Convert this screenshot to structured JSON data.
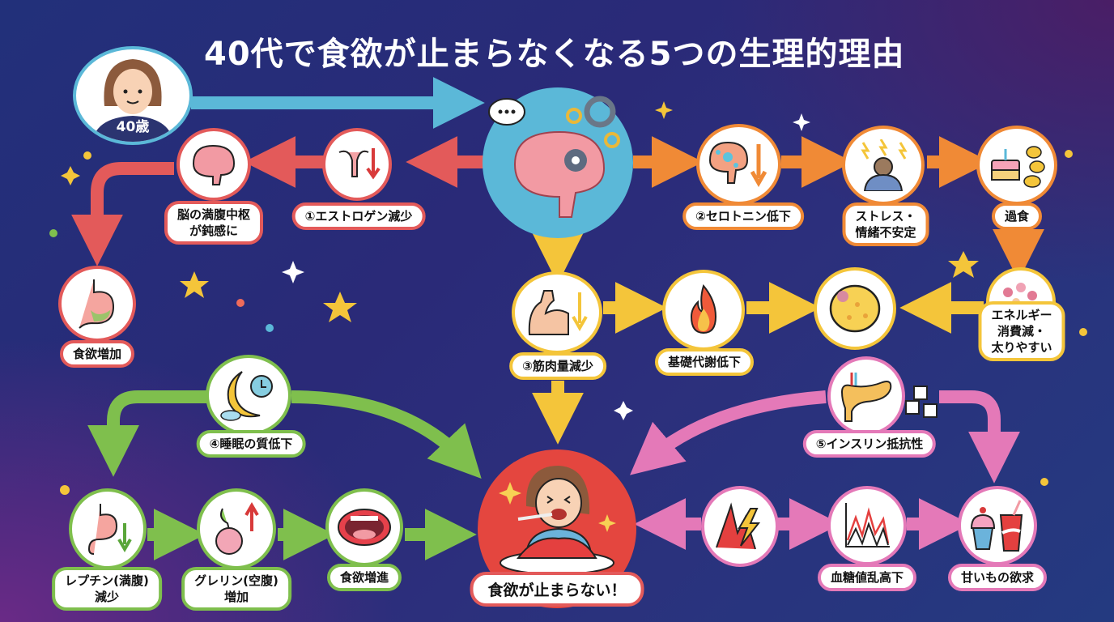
{
  "title": "40代で食欲が止まらなくなる5つの生理的理由",
  "colors": {
    "background_top": "#22307a",
    "background_corner": "#6a2a86",
    "hub": "#5bb8d8",
    "goal": "#e4463f",
    "path1_red": "#e35a5a",
    "path2_orange": "#f08a36",
    "path3_yellow": "#f4c53a",
    "path4_green": "#7fbf4d",
    "path5_pink": "#e479b8"
  },
  "start": {
    "label": "40歳",
    "icon": "woman-avatar-icon"
  },
  "hub": {
    "icon": "brain-gears-icon"
  },
  "goal": {
    "label": "食欲が止まらない！",
    "icon": "woman-eating-pasta-icon"
  },
  "path1": {
    "color": "red",
    "nodes": [
      {
        "label": "①エストロゲン減少",
        "icon": "uterus-down-arrow-icon"
      },
      {
        "label": "脳の満腹中枢\nが鈍感に",
        "line1": "脳の満腹中枢",
        "line2": "が鈍感に",
        "icon": "brain-icon"
      },
      {
        "label": "食欲増加",
        "icon": "stomach-icon"
      }
    ]
  },
  "path2": {
    "color": "orange",
    "nodes": [
      {
        "label": "②セロトニン低下",
        "icon": "brain-neuron-down-icon"
      },
      {
        "line1": "ストレス・",
        "line2": "情緒不安定",
        "icon": "stressed-person-icon"
      },
      {
        "label": "過食",
        "icon": "cake-chips-icon"
      },
      {
        "line1": "エネルギー",
        "line2": "消費減・",
        "line3": "太りやすい",
        "icon": "fat-cells-icon"
      }
    ]
  },
  "path3": {
    "color": "yellow",
    "nodes": [
      {
        "label": "③筋肉量減少",
        "icon": "muscle-arm-down-icon"
      },
      {
        "label": "基礎代謝低下",
        "icon": "flame-icon"
      },
      {
        "label": "",
        "icon": "fat-cell-icon"
      }
    ]
  },
  "path4": {
    "color": "green",
    "nodes": [
      {
        "label": "④睡眠の質低下",
        "icon": "moon-clock-icon"
      },
      {
        "line1": "レプチン(満腹)",
        "line2": "減少",
        "icon": "stomach-down-arrow-icon"
      },
      {
        "line1": "グレリン(空腹)",
        "line2": "増加",
        "icon": "ghrelin-up-arrow-icon"
      },
      {
        "label": "食欲増進",
        "icon": "open-mouth-icon"
      }
    ]
  },
  "path5": {
    "color": "pink",
    "nodes": [
      {
        "label": "⑤インスリン抵抗性",
        "icon": "pancreas-sugar-cubes-icon"
      },
      {
        "label": "",
        "icon": "spike-lightning-icon"
      },
      {
        "label": "血糖値乱高下",
        "icon": "zigzag-chart-icon"
      },
      {
        "label": "甘いもの欲求",
        "icon": "cupcake-soda-icon"
      }
    ]
  }
}
